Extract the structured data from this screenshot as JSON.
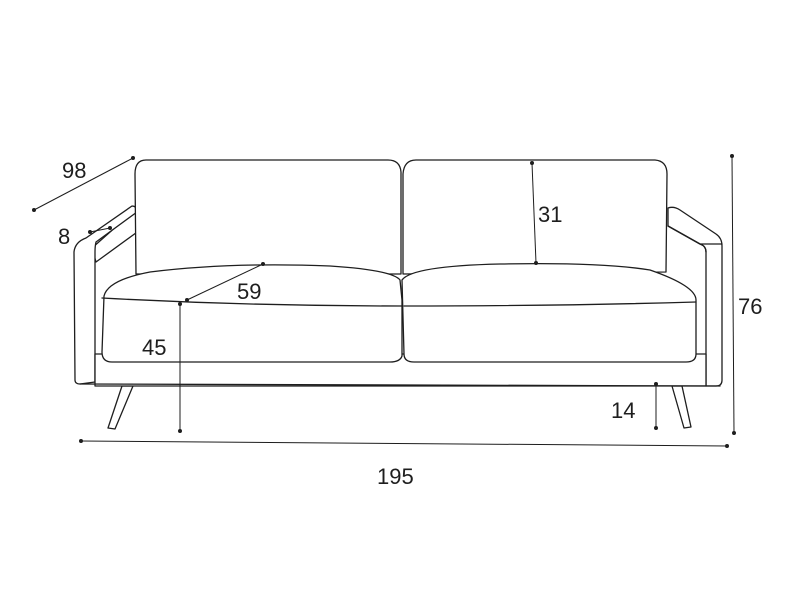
{
  "diagram": {
    "subject": "sofa",
    "colors": {
      "stroke": "#1e1e1e",
      "background": "#ffffff"
    },
    "dimensions": {
      "depth": "98",
      "arm_width": "8",
      "seat_depth": "59",
      "seat_height": "45",
      "back_height": "31",
      "leg_height": "14",
      "total_height": "76",
      "total_width": "195"
    }
  }
}
